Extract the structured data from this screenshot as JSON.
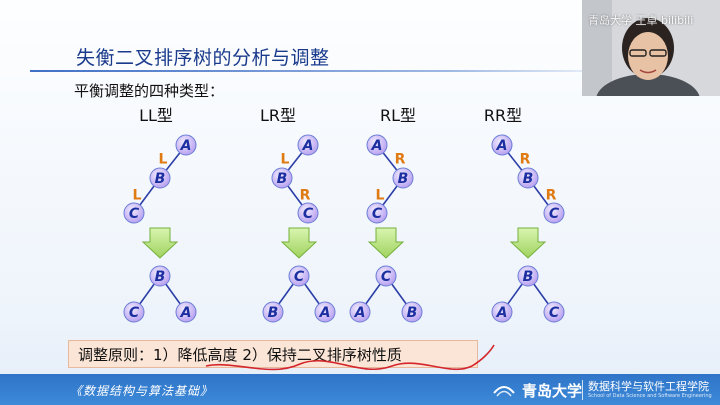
{
  "slide": {
    "title": "失衡二叉排序树的分析与调整",
    "subtitle": "平衡调整的四种类型：",
    "types": [
      {
        "label": "LL型",
        "before": {
          "edges": [
            "L",
            "L"
          ]
        },
        "after": {
          "root": "B",
          "left": "C",
          "right": "A"
        }
      },
      {
        "label": "LR型",
        "before": {
          "edges": [
            "L",
            "R"
          ]
        },
        "after": {
          "root": "C",
          "left": "B",
          "right": "A"
        }
      },
      {
        "label": "RL型",
        "before": {
          "edges": [
            "R",
            "L"
          ]
        },
        "after": {
          "root": "C",
          "left": "A",
          "right": "B"
        }
      },
      {
        "label": "RR型",
        "before": {
          "edges": [
            "R",
            "R"
          ]
        },
        "after": {
          "root": "B",
          "left": "A",
          "right": "C"
        }
      }
    ],
    "principle": "调整原则：1）降低高度   2）保持二叉排序树性质"
  },
  "footer": {
    "course": "《数据结构与算法基础》",
    "university": "青岛大学",
    "college": "数据科学与软件工程学院",
    "college_en": "School of Data Science and Software Engineering"
  },
  "webcam": {
    "watermark": "青岛大学 王卓 bilibili"
  },
  "colors": {
    "node_fill": "#c8b3f5",
    "node_stroke": "#6b7ed6",
    "node_text": "#1c2fa0",
    "edge_color": "#2c3ea8",
    "edge_label": "#e07b14",
    "arrow_fill": "#b6e37d",
    "arrow_stroke": "#74b03b",
    "footer_blue": "#3d8ad8",
    "principle_bg": "#fbe5d6"
  }
}
